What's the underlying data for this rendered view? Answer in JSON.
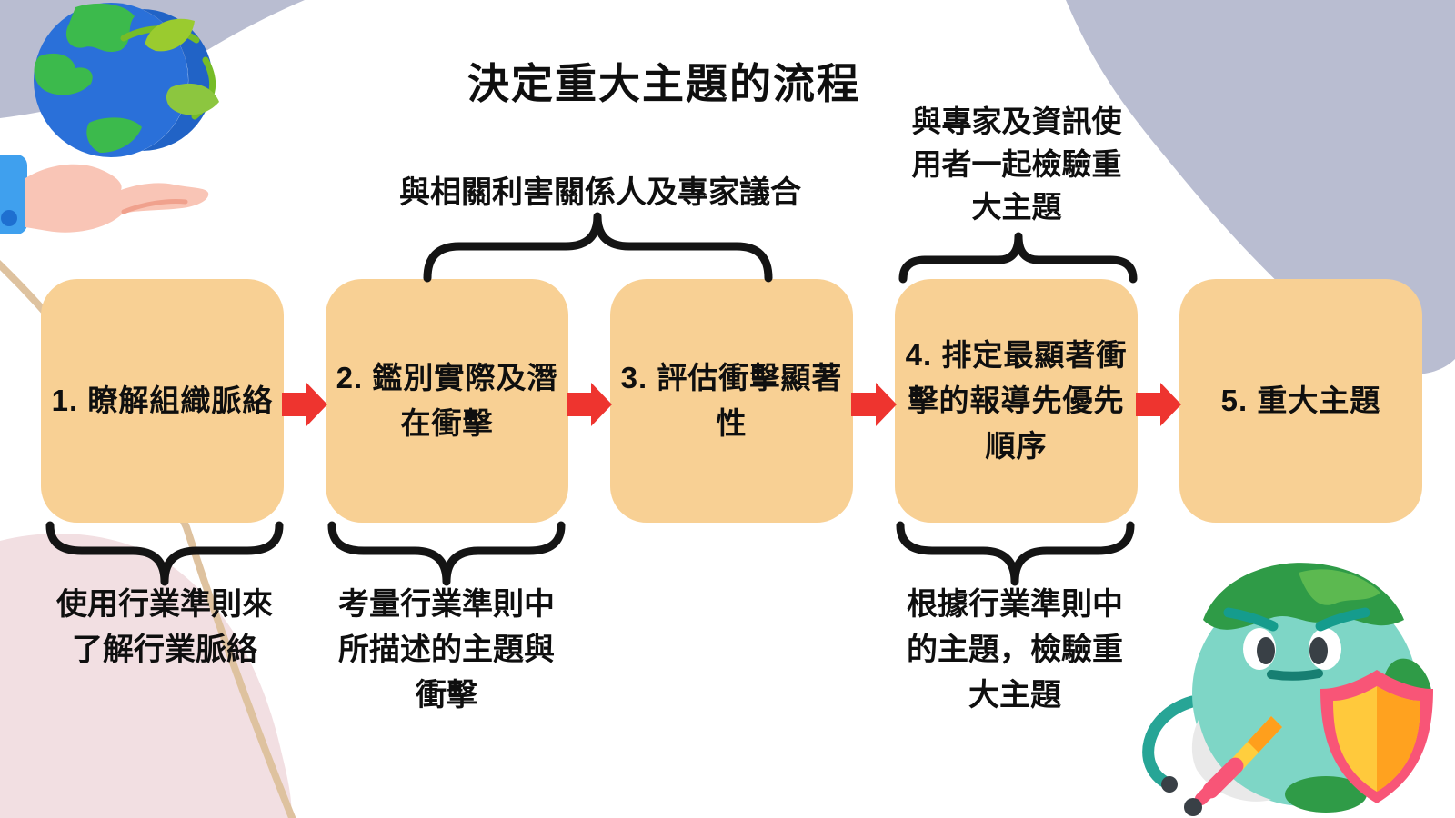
{
  "title": "決定重大主題的流程",
  "steps": [
    {
      "number": "1",
      "label": "1. 瞭解組織脈絡",
      "lines": [
        "1. 瞭解組織脈絡"
      ]
    },
    {
      "number": "2",
      "label": "2. 鑑別實際及潛在衝擊",
      "lines": [
        "2. 鑑別實際及潛",
        "在衝擊"
      ]
    },
    {
      "number": "3",
      "label": "3. 評估衝擊顯著性",
      "lines": [
        "3. 評估衝擊顯著",
        "性"
      ]
    },
    {
      "number": "4",
      "label": "4. 排定最顯著衝擊的報導先優先順序",
      "lines": [
        "4. 排定最顯著衝",
        "擊的報導先優先",
        "順序"
      ]
    },
    {
      "number": "5",
      "label": "5. 重大主題",
      "lines": [
        "5. 重大主題"
      ]
    }
  ],
  "callouts": {
    "engage_stakeholders": {
      "label": "與相關利害關係人及專家議合",
      "lines": [
        "與相關利害關係人及專家議合"
      ]
    },
    "test_with_experts": {
      "label": "與專家及資訊使用者一起檢驗重大主題",
      "lines": [
        "與專家及資訊使",
        "用者一起檢驗重",
        "大主題"
      ]
    },
    "sector_context": {
      "label": "使用行業準則來了解行業脈絡",
      "lines": [
        "使用行業準則來",
        "了解行業脈絡"
      ]
    },
    "sector_topics": {
      "label": "考量行業準則中所描述的主題與衝擊",
      "lines": [
        "考量行業準則中",
        "所描述的主題與",
        "衝擊"
      ]
    },
    "sector_test": {
      "label": "根據行業準則中的主題，檢驗重大主題",
      "lines": [
        "根據行業準則中",
        "的主題，檢驗重",
        "大主題"
      ]
    }
  },
  "icons": [
    {
      "name": "earth-with-leaves-in-hand-icon"
    },
    {
      "name": "angry-earth-with-sword-and-shield-icon"
    }
  ],
  "colors": {
    "box_fill": "#F8D094",
    "arrow_red": "#EE342F",
    "brace_black": "#141414",
    "text_black": "#0f0f0f",
    "blob_lavender": "#B9BDD1",
    "blob_pink": "#F2DFE2",
    "line_tan": "#DEC29F",
    "earth_blue": "#2A70D9",
    "earth_green": "#3CBA4C",
    "leaf_lime": "#9ACB2F",
    "hand_skin": "#F9C5B6",
    "sleeve_blue": "#3FA0EE",
    "warrior_teal": "#7ED6C6",
    "warrior_green": "#2F9B47",
    "shield_pink": "#F85577",
    "shield_yellow": "#FFC93C",
    "shield_orange": "#FFA21F"
  }
}
